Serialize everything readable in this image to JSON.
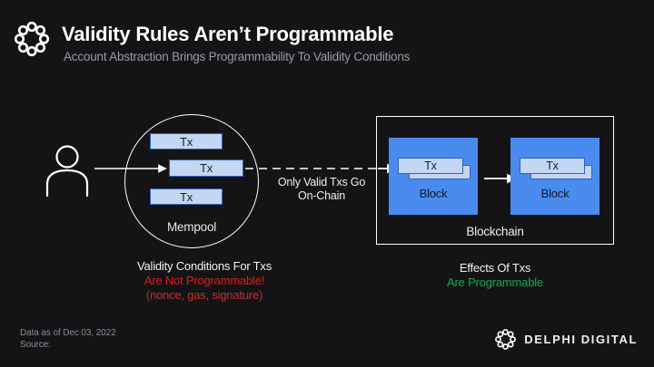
{
  "header": {
    "logo_icon": "delphi-ring-icon",
    "title": "Validity Rules Aren’t Programmable",
    "subtitle": "Account Abstraction Brings Programmability To Validity Conditions"
  },
  "diagram": {
    "user_icon": "user-icon",
    "mempool": {
      "label": "Mempool",
      "transactions": [
        {
          "label": "Tx"
        },
        {
          "label": "Tx"
        },
        {
          "label": "Tx"
        }
      ]
    },
    "middle_caption": {
      "line1": "Only Valid Txs Go",
      "line2": "On-Chain"
    },
    "blockchain": {
      "label": "Blockchain",
      "blocks": [
        {
          "label": "Block",
          "tx_label": "Tx"
        },
        {
          "label": "Block",
          "tx_label": "Tx"
        }
      ]
    }
  },
  "captions": {
    "left": {
      "line1": "Validity Conditions For Txs",
      "line2": "Are Not Programmable!",
      "line3": "(nonce, gas, signature)"
    },
    "right": {
      "line1": "Effects Of Txs",
      "line2": "Are Programmable"
    }
  },
  "footer": {
    "data_as_of": "Data as of Dec 03, 2022",
    "source": "Source:",
    "brand": "DELPHI DIGITAL",
    "brand_icon": "delphi-ring-icon"
  },
  "colors": {
    "background": "#141417",
    "tx_fill": "#c3d6f2",
    "tx_border": "#2f62b8",
    "block_fill": "#4a8bf0",
    "accent_red": "#e01b1b",
    "accent_green": "#15a84f",
    "subtitle_gray": "#9a9aa0"
  }
}
